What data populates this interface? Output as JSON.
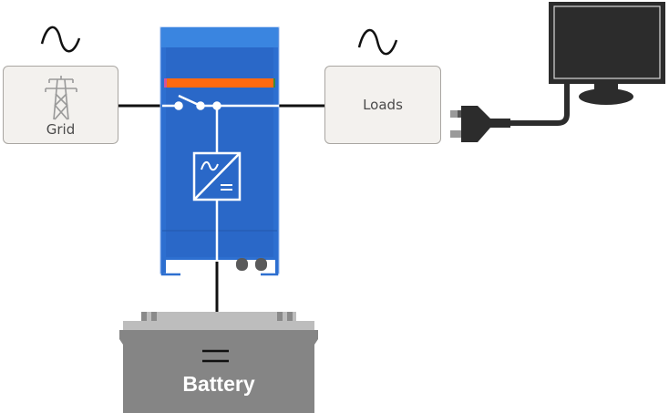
{
  "diagram": {
    "title": "Inverter/charger system overview",
    "nodes": {
      "grid": {
        "label": "Grid",
        "icon": "power-pylon-icon",
        "signal": "ac-sine-wave"
      },
      "inverter": {
        "icon": "ac-dc-converter-icon",
        "switch": "transfer-switch"
      },
      "loads": {
        "label": "Loads",
        "signal": "ac-sine-wave"
      },
      "battery": {
        "label": "Battery",
        "symbol": "dc-symbol"
      },
      "plug": {
        "icon": "power-plug-icon"
      },
      "monitor": {
        "icon": "monitor-icon"
      }
    },
    "connections": [
      {
        "from": "Grid",
        "to": "Inverter"
      },
      {
        "from": "Inverter",
        "to": "Loads"
      },
      {
        "from": "Inverter",
        "to": "Battery"
      },
      {
        "from": "Plug",
        "to": "Monitor"
      }
    ],
    "colors": {
      "inverter_blue": "#2d6fd0",
      "inverter_top": "#3a85e0",
      "orange_strip": "#ff6a10",
      "box_fill": "#f3f1ee",
      "battery_gray": "#858585",
      "battery_lid": "#bdbdbd",
      "monitor_dark": "#2c2c2c"
    }
  }
}
